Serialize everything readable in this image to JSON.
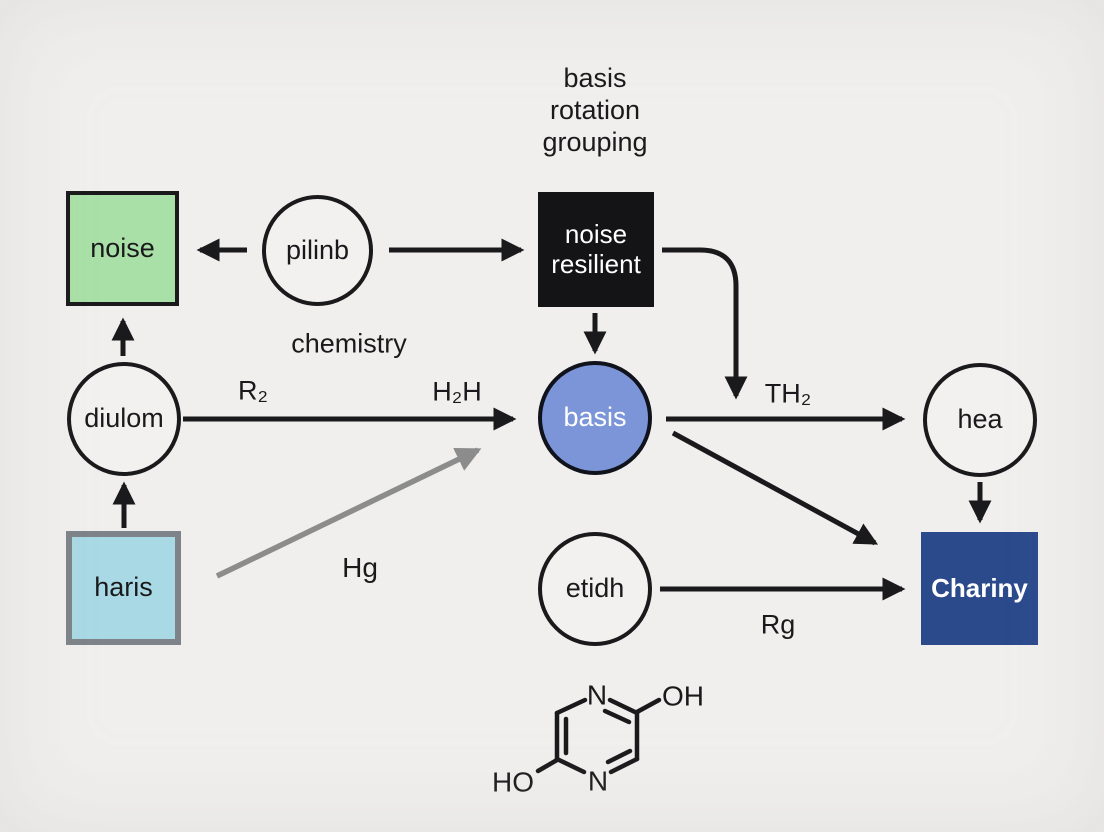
{
  "palette": {
    "background": "#f0efed",
    "ink": "#1a1a1c",
    "node_green": "#a9e0a7",
    "node_black": "#141417",
    "node_periwinkle": "#7b95d8",
    "node_lightblue": "#a9d9e4",
    "node_lightblue_border": "#7d8388",
    "node_navy": "#2b4a8c",
    "arrow_gray": "#8c8c8c"
  },
  "notes": {
    "top_lines": [
      "basis",
      "rotation",
      "grouping"
    ],
    "chemistry": "chemistry"
  },
  "nodes": {
    "noise": {
      "label": "noise",
      "shape": "square",
      "fill": "#a9e0a7"
    },
    "pilinb": {
      "label": "pilinb",
      "shape": "circle"
    },
    "noise_resilient": {
      "label": "noise resilient",
      "shape": "square",
      "fill": "#141417"
    },
    "diulom": {
      "label": "diulom",
      "shape": "circle"
    },
    "basis": {
      "label": "basis",
      "shape": "circle",
      "fill": "#7b95d8"
    },
    "hea": {
      "label": "hea",
      "shape": "circle"
    },
    "haris": {
      "label": "haris",
      "shape": "square",
      "fill": "#a9d9e4"
    },
    "etidh": {
      "label": "etidh",
      "shape": "circle"
    },
    "chariny": {
      "label": "Chariny",
      "shape": "square",
      "fill": "#2b4a8c"
    }
  },
  "edge_labels": {
    "r2": "R₂",
    "h2h": "H₂H",
    "th2": "TH₂",
    "hg": "Hg",
    "rg": "Rg"
  },
  "edges": [
    {
      "from": "pilinb",
      "to": "noise"
    },
    {
      "from": "pilinb",
      "to": "noise_resilient"
    },
    {
      "from": "diulom",
      "to": "noise"
    },
    {
      "from": "haris",
      "to": "diulom"
    },
    {
      "from": "diulom",
      "to": "basis",
      "labels": [
        "R₂",
        "H₂H"
      ]
    },
    {
      "from": "noise_resilient",
      "to": "basis"
    },
    {
      "from": "noise_resilient",
      "to": "down",
      "label": "TH₂",
      "style": "curved"
    },
    {
      "from": "basis",
      "to": "hea"
    },
    {
      "from": "basis",
      "to": "chariny"
    },
    {
      "from": "etidh",
      "to": "chariny",
      "label": "Rg"
    },
    {
      "from": "hea",
      "to": "chariny"
    },
    {
      "from": "haris-area",
      "to": "basis-area",
      "label": "Hg",
      "style": "gray"
    }
  ],
  "molecule": {
    "n_top": "N",
    "n_bottom": "N",
    "oh": "OH",
    "ho": "HO"
  }
}
